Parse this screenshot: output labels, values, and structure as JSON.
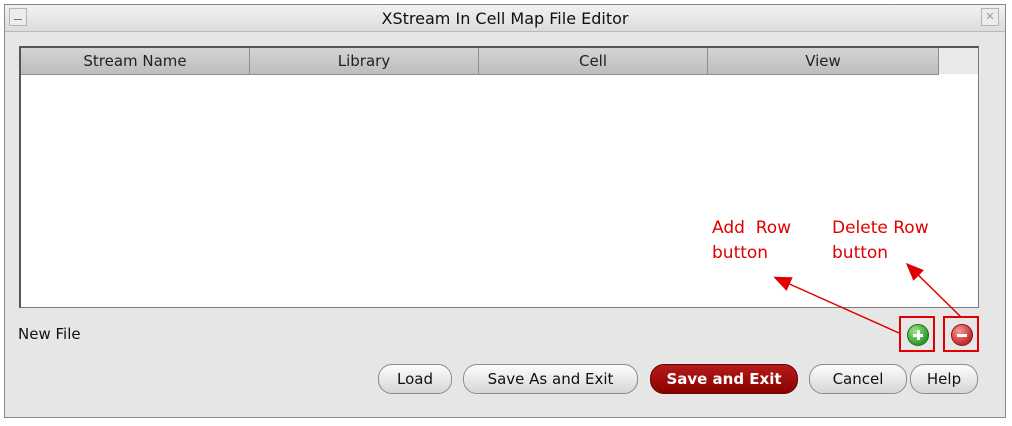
{
  "window": {
    "title": "XStream In Cell Map File Editor"
  },
  "table": {
    "columns": [
      "Stream Name",
      "Library",
      "Cell",
      "View"
    ],
    "rows": []
  },
  "status": {
    "text": "New File"
  },
  "row_buttons": {
    "add_icon": "plus-circle-icon",
    "delete_icon": "minus-circle-icon"
  },
  "buttons": {
    "load": "Load",
    "save_as_exit": "Save As and Exit",
    "save_exit": "Save and Exit",
    "cancel": "Cancel",
    "help": "Help"
  },
  "annotations": {
    "add_row": [
      "Add  Row",
      "button"
    ],
    "delete_row": [
      "Delete Row",
      "button"
    ]
  },
  "colors": {
    "annotation": "#e00000",
    "primary_button": "#8a0000"
  }
}
